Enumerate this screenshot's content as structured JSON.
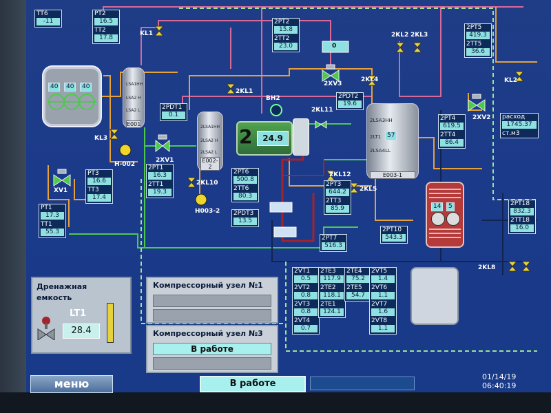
{
  "tags": {
    "tt6": {
      "label": "TT6",
      "value": "-11"
    },
    "pt2": {
      "label": "PT2",
      "value": "16.5"
    },
    "tt2": {
      "label": "TT2",
      "value": "17.8"
    },
    "pt2b": {
      "label": "2PT2",
      "value": "15.8"
    },
    "tt2b": {
      "label": "2TT2",
      "value": "23.0"
    },
    "pt5": {
      "label": "2PT5",
      "value": "419.3"
    },
    "tt5": {
      "label": "2TT5",
      "value": "36.6"
    },
    "pdt1": {
      "label": "2PDT1",
      "value": "0.1"
    },
    "pdt2": {
      "label": "2PDT2",
      "value": "19.6"
    },
    "pt4": {
      "label": "2PT4",
      "value": "619.5"
    },
    "tt4": {
      "label": "2TT4",
      "value": "86.4"
    },
    "pt1b": {
      "label": "2PT1",
      "value": "16.3"
    },
    "tt1b": {
      "label": "2TT1",
      "value": "19.3"
    },
    "pt6": {
      "label": "2PT6",
      "value": "500.8"
    },
    "tt6b": {
      "label": "2TT6",
      "value": "80.3"
    },
    "pdt3": {
      "label": "2PDT3",
      "value": "13.5"
    },
    "pt3": {
      "label": "2PT3",
      "value": "644.2"
    },
    "tt3": {
      "label": "2TT3",
      "value": "85.9"
    },
    "pt7": {
      "label": "2PT7",
      "value": "516.3"
    },
    "pt10": {
      "label": "2PT10",
      "value": "543.3"
    },
    "pt3a": {
      "label": "PT3",
      "value": "16.6"
    },
    "tt3a": {
      "label": "TT3",
      "value": "17.4"
    },
    "pt1": {
      "label": "PT1",
      "value": "17.3"
    },
    "tt1": {
      "label": "TT1",
      "value": "55.3"
    },
    "rashod": {
      "label": "расход",
      "value": "1745.37"
    },
    "stm3": {
      "label": "ст.м3",
      "value": ""
    },
    "pt18": {
      "label": "2PT18",
      "value": "832.3"
    },
    "tt18": {
      "label": "2TT18",
      "value": "16.0"
    },
    "vt1": {
      "label": "2VT1",
      "value": "0.5"
    },
    "vt2": {
      "label": "2VT2",
      "value": "0.8"
    },
    "vt3": {
      "label": "2VT3",
      "value": "0.8"
    },
    "vt4": {
      "label": "2VT4",
      "value": "0.7"
    },
    "te3": {
      "label": "2TE3",
      "value": "117.9"
    },
    "te2": {
      "label": "2TE2",
      "value": "118.1"
    },
    "te1": {
      "label": "2TE1",
      "value": "124.1"
    },
    "te4": {
      "label": "2TE4",
      "value": "75.2"
    },
    "te5": {
      "label": "2TE5",
      "value": "54.7"
    },
    "vt5": {
      "label": "2VT5",
      "value": "1.4"
    },
    "vt6": {
      "label": "2VT6",
      "value": "1.1"
    },
    "vt7": {
      "label": "2VT7",
      "value": "1.6"
    },
    "vt8": {
      "label": "2VT8",
      "value": "1.1"
    }
  },
  "labels": {
    "kl1": "KL1",
    "kl3": "KL3",
    "h002": "H-002",
    "xv1": "XV1",
    "kl1b": "2KL1",
    "xv3": "2XV3",
    "kl4": "2KL4",
    "kl11": "2KL11",
    "kl2": "2KL2",
    "kl3b": "2KL3",
    "xv1b": "2XV1",
    "kl10": "2KL10",
    "h0032": "H003-2",
    "kl12": "2KL12",
    "kl5": "2KL5",
    "bh2": "ВН2",
    "xv2": "2XV2",
    "kl2b": "KL2",
    "kl8": "2KL8"
  },
  "zero_display": "0",
  "vessels": {
    "e001": {
      "name": "E001",
      "levels": [
        "LSA1HH",
        "LSA2 H",
        "LSA2 L"
      ]
    },
    "e0022": {
      "name": "E002-2",
      "levels": [
        "2LSA1HH",
        "2LSA2 H",
        "2LSA2 L"
      ]
    },
    "e0031": {
      "name": "E003-1",
      "levels": [
        "2LSA3HH",
        "2LT1",
        "2LSA4LL"
      ],
      "lt_value": "57"
    }
  },
  "hx": {
    "values": [
      "40",
      "40",
      "40"
    ]
  },
  "fan": {
    "values": [
      "14",
      "5"
    ]
  },
  "pump": {
    "number": "2",
    "reading": "24.9"
  },
  "drain": {
    "title_line1": "Дренажная",
    "title_line2": "емкость",
    "lt_label": "LT1",
    "lt_value": "28.4"
  },
  "comp1": {
    "title": "Компрессорный узел №1",
    "status1": "",
    "status2": ""
  },
  "comp3": {
    "title": "Компрессорный узел №3",
    "status1": "В работе",
    "status2": ""
  },
  "footer": {
    "menu_label": "меню",
    "status": "В работе",
    "datetime": "01/14/19 06:40:19"
  },
  "colors": {
    "pipe_pink": "#d76a9a",
    "pipe_orange": "#e6a13a",
    "pipe_green": "#4ec94e",
    "pipe_red": "#a3242b",
    "pipe_dark": "#1e2f5c"
  }
}
